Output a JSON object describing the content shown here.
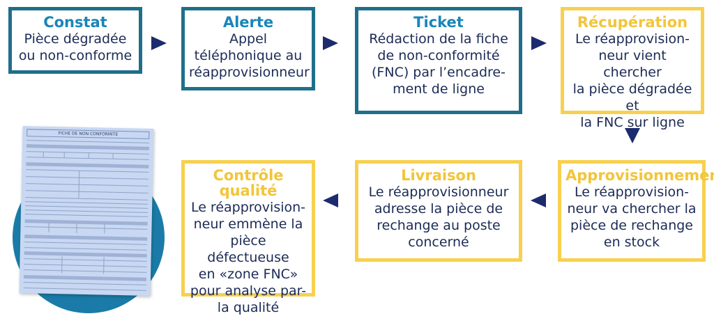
{
  "steps": [
    {
      "id": "constat",
      "title": "Constat",
      "body": "Pièce dégradée\nou non-conforme",
      "color": "#1f6f8b"
    },
    {
      "id": "alerte",
      "title": "Alerte",
      "body": "Appel\ntéléphonique au\nréapprovisionneur",
      "color": "#1f6f8b"
    },
    {
      "id": "ticket",
      "title": "Ticket",
      "body": "Rédaction de la fiche\nde non-conformité\n(FNC) par l’encadre-\nment de ligne",
      "color": "#1f6f8b"
    },
    {
      "id": "recuperation",
      "title": "Récupération",
      "body": "Le réapprovision-\nneur vient chercher\nla pièce dégradée et\nla FNC sur ligne",
      "color": "#f7d04f"
    },
    {
      "id": "approvisionnement",
      "title": "Approvisionnement",
      "body": "Le réapprovision-\nneur va chercher la\npièce de rechange\nen stock",
      "color": "#f7d04f"
    },
    {
      "id": "livraison",
      "title": "Livraison",
      "body": "Le réapprovisionneur\nadresse la pièce de\nrechange au poste\nconcerné",
      "color": "#f7d04f"
    },
    {
      "id": "controle",
      "title": "Contrôle qualité",
      "body": "Le réapprovision-\nneur emmène la\npièce défectueuse\nen «zone FNC»\npour  analyse par-\nla qualité",
      "color": "#f7d04f"
    }
  ],
  "document": {
    "header": "FICHE DE NON CONFORMITE"
  },
  "icons": {
    "arrow": "triangle-arrow-icon"
  }
}
